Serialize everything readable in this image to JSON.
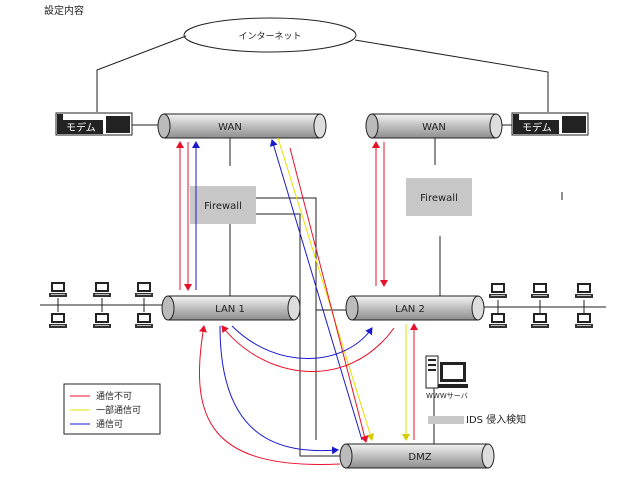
{
  "page_title": "設定内容",
  "internet": "インターネット",
  "modem_left": "モデム",
  "modem_right": "モデム",
  "wan_left": "WAN",
  "wan_right": "WAN",
  "firewall_left": "Firewall",
  "firewall_right": "Firewall",
  "lan1": "LAN 1",
  "lan2": "LAN 2",
  "dmz": "DMZ",
  "www_server": "WWWサーバ",
  "ids": "IDS  侵入検知",
  "legend": {
    "items": [
      {
        "label": "通信不可",
        "color": "#e8102a"
      },
      {
        "label": "一部通信可",
        "color": "#e8e000"
      },
      {
        "label": "通信可",
        "color": "#1a1acc"
      }
    ]
  },
  "colors": {
    "deny": "#e8102a",
    "partial": "#e8e000",
    "allow": "#1a1acc",
    "firewall_box": "#c8c8c8",
    "tube": "#d0d0d0"
  }
}
